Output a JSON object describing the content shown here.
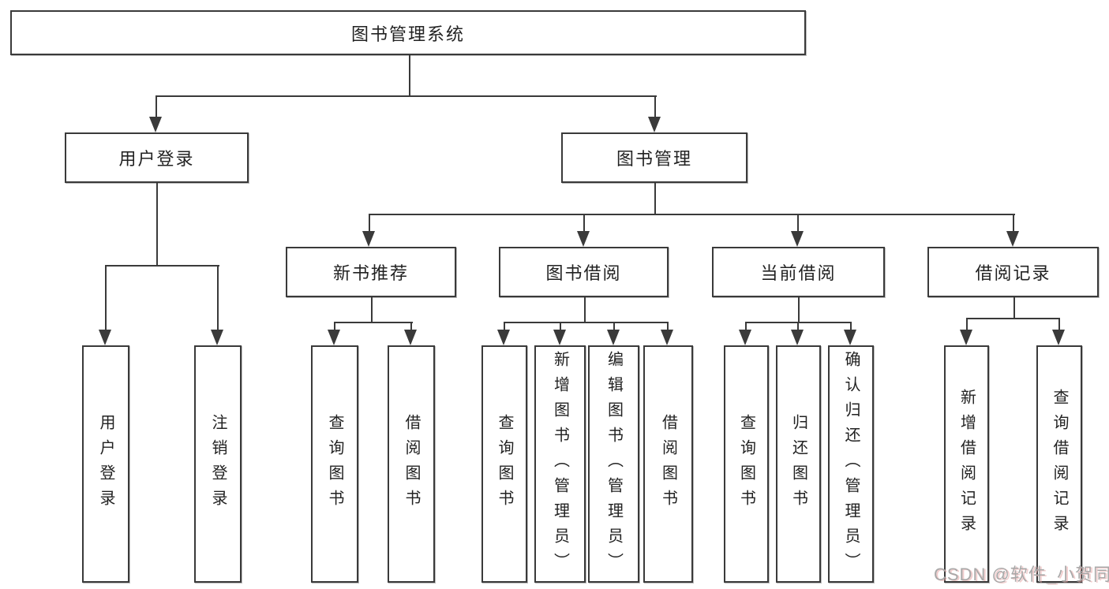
{
  "diagram": {
    "title": "图书管理系统",
    "colors": {
      "line": "#3a3a3a",
      "box_border": "#3a3a3a",
      "text": "#222222",
      "background": "#ffffff",
      "watermark": "#a9a9a9"
    },
    "nodes": [
      {
        "id": "root",
        "label": "图书管理系统",
        "parent": null
      },
      {
        "id": "user-login",
        "label": "用户登录",
        "parent": "root"
      },
      {
        "id": "book-mgmt",
        "label": "图书管理",
        "parent": "root"
      },
      {
        "id": "new-book-rec",
        "label": "新书推荐",
        "parent": "book-mgmt"
      },
      {
        "id": "book-borrow",
        "label": "图书借阅",
        "parent": "book-mgmt"
      },
      {
        "id": "current-borrow",
        "label": "当前借阅",
        "parent": "book-mgmt"
      },
      {
        "id": "borrow-records",
        "label": "借阅记录",
        "parent": "book-mgmt"
      },
      {
        "id": "leaf-user-login",
        "label": "用户登录",
        "parent": "user-login"
      },
      {
        "id": "leaf-logout",
        "label": "注销登录",
        "parent": "user-login"
      },
      {
        "id": "leaf-nbr-query",
        "label": "查询图书",
        "parent": "new-book-rec"
      },
      {
        "id": "leaf-nbr-borrow",
        "label": "借阅图书",
        "parent": "new-book-rec"
      },
      {
        "id": "leaf-bb-query",
        "label": "查询图书",
        "parent": "book-borrow"
      },
      {
        "id": "leaf-bb-add",
        "label": "新增图书（管理员）",
        "parent": "book-borrow"
      },
      {
        "id": "leaf-bb-edit",
        "label": "编辑图书（管理员）",
        "parent": "book-borrow"
      },
      {
        "id": "leaf-bb-borrow",
        "label": "借阅图书",
        "parent": "book-borrow"
      },
      {
        "id": "leaf-cb-query",
        "label": "查询图书",
        "parent": "current-borrow"
      },
      {
        "id": "leaf-cb-return",
        "label": "归还图书",
        "parent": "current-borrow"
      },
      {
        "id": "leaf-cb-confirm",
        "label": "确认归还（管理员）",
        "parent": "current-borrow"
      },
      {
        "id": "leaf-br-add",
        "label": "新增借阅记录",
        "parent": "borrow-records"
      },
      {
        "id": "leaf-br-query",
        "label": "查询借阅记录",
        "parent": "borrow-records"
      }
    ]
  },
  "watermark": {
    "text": "CSDN @软件_小贺同学"
  }
}
